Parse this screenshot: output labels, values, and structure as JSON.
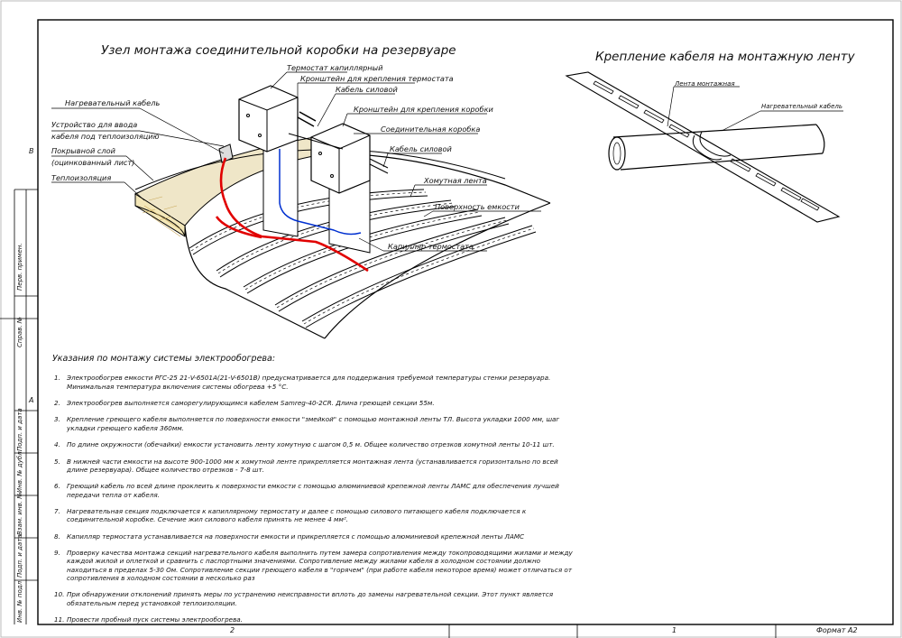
{
  "titles": {
    "main": "Узел монтажа соединительной коробки на резервуаре",
    "right": "Крепление кабеля на монтажную ленту"
  },
  "labels": {
    "thermostat": "Термостат капиллярный",
    "bracket_thermostat": "Кронштейн для крепления термостата",
    "power_cable_top": "Кабель силовой",
    "bracket_box": "Кронштейн для крепления коробки",
    "junction_box": "Соединительная коробка",
    "power_cable": "Кабель силовой",
    "clamp_tape": "Хомутная лента",
    "vessel_surface": "Поверхность емкости",
    "capillary": "Капилляр термостата",
    "heating_cable": "Нагревательный кабель",
    "entry_device_1": "Устройство для ввода",
    "entry_device_2": "кабеля под теплоизоляцию",
    "cover_layer_1": "Покрывной слой",
    "cover_layer_2": "(оцинкованный лист)",
    "insulation": "Теплоизоляция",
    "mount_tape": "Лента монтажная",
    "heating_cable_right": "Нагревательный кабель"
  },
  "notes": {
    "heading": "Указания по монтажу системы электрообогрева:",
    "items": [
      {
        "num": "1.",
        "text": "Электрообогрев емкости РГС-25 21-V-6501А(21-V-6501В) предусматривается для поддержания требуемой температуры стенки резервуара. Минимальная температура включения системы обогрева +5 °С."
      },
      {
        "num": "2.",
        "text": "Электрообогрев выполняется саморегулирующимся кабелем Samreg-40-2CR. Длина греющей секции 55м."
      },
      {
        "num": "3.",
        "text": "Крепление греющего кабеля выполняется по поверхности емкости \"змейкой\" с помощью монтажной ленты ТЛ. Высота укладки 1000 мм, шаг укладки греющего кабеля 360мм."
      },
      {
        "num": "4.",
        "text": "По длине окружности (обечайки) емкости установить ленту хомутную с шагом 0,5 м. Общее количество отрезков хомутной ленты 10-11 шт."
      },
      {
        "num": "5.",
        "text": "В нижней части емкости на высоте 900-1000 мм к хомутной ленте прикрепляется монтажная лента (устанавливается горизонтально по всей длине резервуара). Общее количество отрезков - 7-8 шт."
      },
      {
        "num": "6.",
        "text": "Греющий кабель по всей длине проклеить к поверхности емкости с помощью алюминиевой крепежной ленты ЛАМС для обеспечения лучшей передачи тепла от кабеля."
      },
      {
        "num": "7.",
        "text": "Нагревательная секция подключается к капиллярному термостату и далее с помощью силового питающего кабеля подключается к соединительной коробке. Сечение жил силового кабеля принять не менее 4 мм²."
      },
      {
        "num": "8.",
        "text": "Капилляр термостата устанавливается на поверхности емкости и прикрепляется с помощью алюминиевой крепежной ленты ЛАМС"
      },
      {
        "num": "9.",
        "text": "Проверку качества монтажа секций нагревательного кабеля выполнить путем замера сопротивления между токопроводящими жилами и между каждой жилой и оплеткой и сравнить с паспортными значениями. Сопротивление между жилами кабеля в холодном состоянии должно находиться в пределах 5-30 Ом. Сопротивление секции греющего кабеля в \"горячем\" (при работе кабеля некоторое время) может отличаться от сопротивления в холодном состоянии в несколько раз"
      },
      {
        "num": "10.",
        "text": "При обнаружении отклонений принять меры по устранению неисправности вплоть до замены нагревательной секции. Этот пункт является обязательным перед установкой теплоизоляции."
      },
      {
        "num": "11.",
        "text": "Провести пробный пуск системы электрообогрева."
      }
    ]
  },
  "frame": {
    "margin_letters": [
      "В",
      "А"
    ],
    "side_fields": [
      "Перв. примен.",
      "Справ. №",
      "Подп. и дата",
      "Инв. № дубл.",
      "Взам. инв. №",
      "Подп. и дата",
      "Инв. № подл."
    ],
    "bottom_numbers": [
      "2",
      "1"
    ],
    "format": "Формат А2"
  }
}
